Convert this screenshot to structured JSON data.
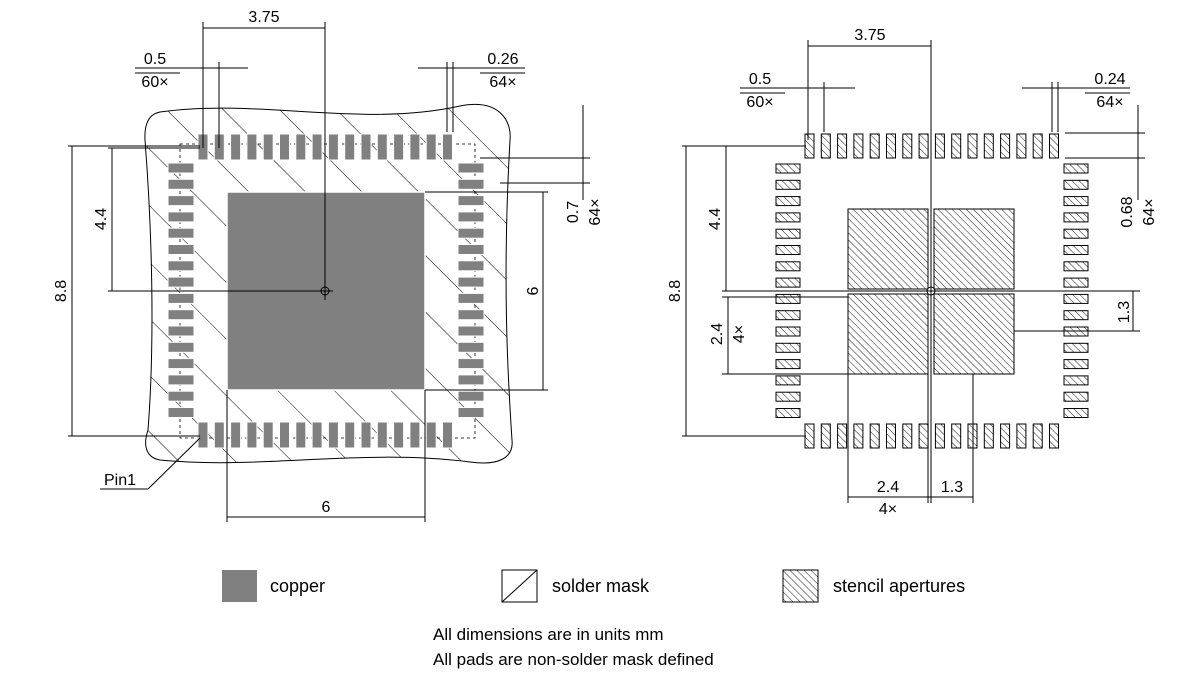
{
  "left_view": {
    "dim_pitch_width": "3.75",
    "dim_pitch": "0.5",
    "dim_pitch_count": "60×",
    "dim_pad_width": "0.26",
    "dim_pad_count": "64×",
    "dim_half_height": "4.4",
    "dim_total_height": "8.8",
    "dim_pad_length": "0.7",
    "dim_pad_length_count": "64×",
    "dim_ep_height": "6",
    "dim_ep_width": "6",
    "pin1_label": "Pin1"
  },
  "right_view": {
    "dim_pitch_width": "3.75",
    "dim_pitch": "0.5",
    "dim_pitch_count": "60×",
    "dim_aperture_width": "0.24",
    "dim_aperture_count": "64×",
    "dim_half_height": "4.4",
    "dim_total_height": "8.8",
    "dim_aperture_length": "0.68",
    "dim_aperture_length_count": "64×",
    "dim_window_size": "2.4",
    "dim_window_count": "4×",
    "dim_window_offset": "1.3",
    "dim_window_size_bottom": "2.4",
    "dim_window_count_bottom": "4×",
    "dim_window_offset_bottom": "1.3"
  },
  "legend": {
    "copper": "copper",
    "solder_mask": "solder mask",
    "stencil": "stencil apertures"
  },
  "notes": {
    "line1": "All dimensions are in units mm",
    "line2": "All pads are non-solder mask defined"
  },
  "colors": {
    "copper": "#808080",
    "line": "#000000"
  }
}
